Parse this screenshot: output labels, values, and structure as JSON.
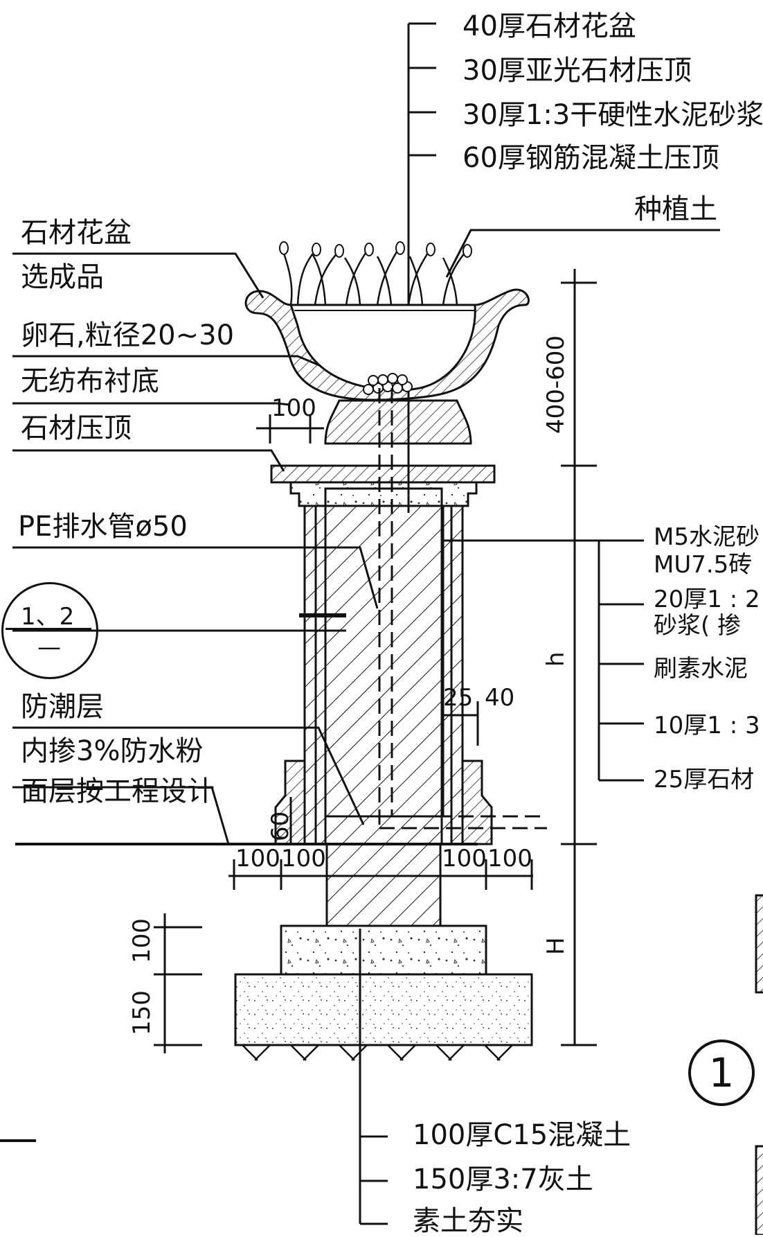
{
  "top_callouts": [
    "40厚石材花盆",
    "30厚亚光石材压顶",
    "30厚1:3干硬性水泥砂浆",
    "60厚钢筋混凝土压顶",
    "种植土"
  ],
  "left_callouts": {
    "pot": "石材花盆",
    "pot_note": "选成品",
    "pebbles": "卵石,粒径20~30",
    "geotextile": "无纺布衬底",
    "coping": "石材压顶",
    "pipe": "PE排水管ø50",
    "dpc": "防潮层",
    "waterproof": "内掺3%防水粉",
    "finish": "面层按工程设计"
  },
  "section_ref": {
    "number": "1、2",
    "sheet": "—"
  },
  "right_callouts": [
    "M5水泥砂",
    "MU7.5砖",
    "20厚1 : 2",
    "砂浆( 掺",
    "刷素水泥",
    "10厚1 : 3",
    "25厚石材"
  ],
  "bottom_callouts": [
    "100厚C15混凝土",
    "150厚3:7灰土",
    "素土夯实"
  ],
  "dims": {
    "pot_height": "400-600",
    "pier_height": "h",
    "base_depth": "H",
    "pot_offset": "100",
    "w1": "100",
    "w2": "100",
    "w3": "100",
    "w4": "100",
    "t25": "25",
    "t40": "40",
    "t60": "60",
    "f100": "100",
    "f150": "150"
  },
  "detail_marker": "1"
}
